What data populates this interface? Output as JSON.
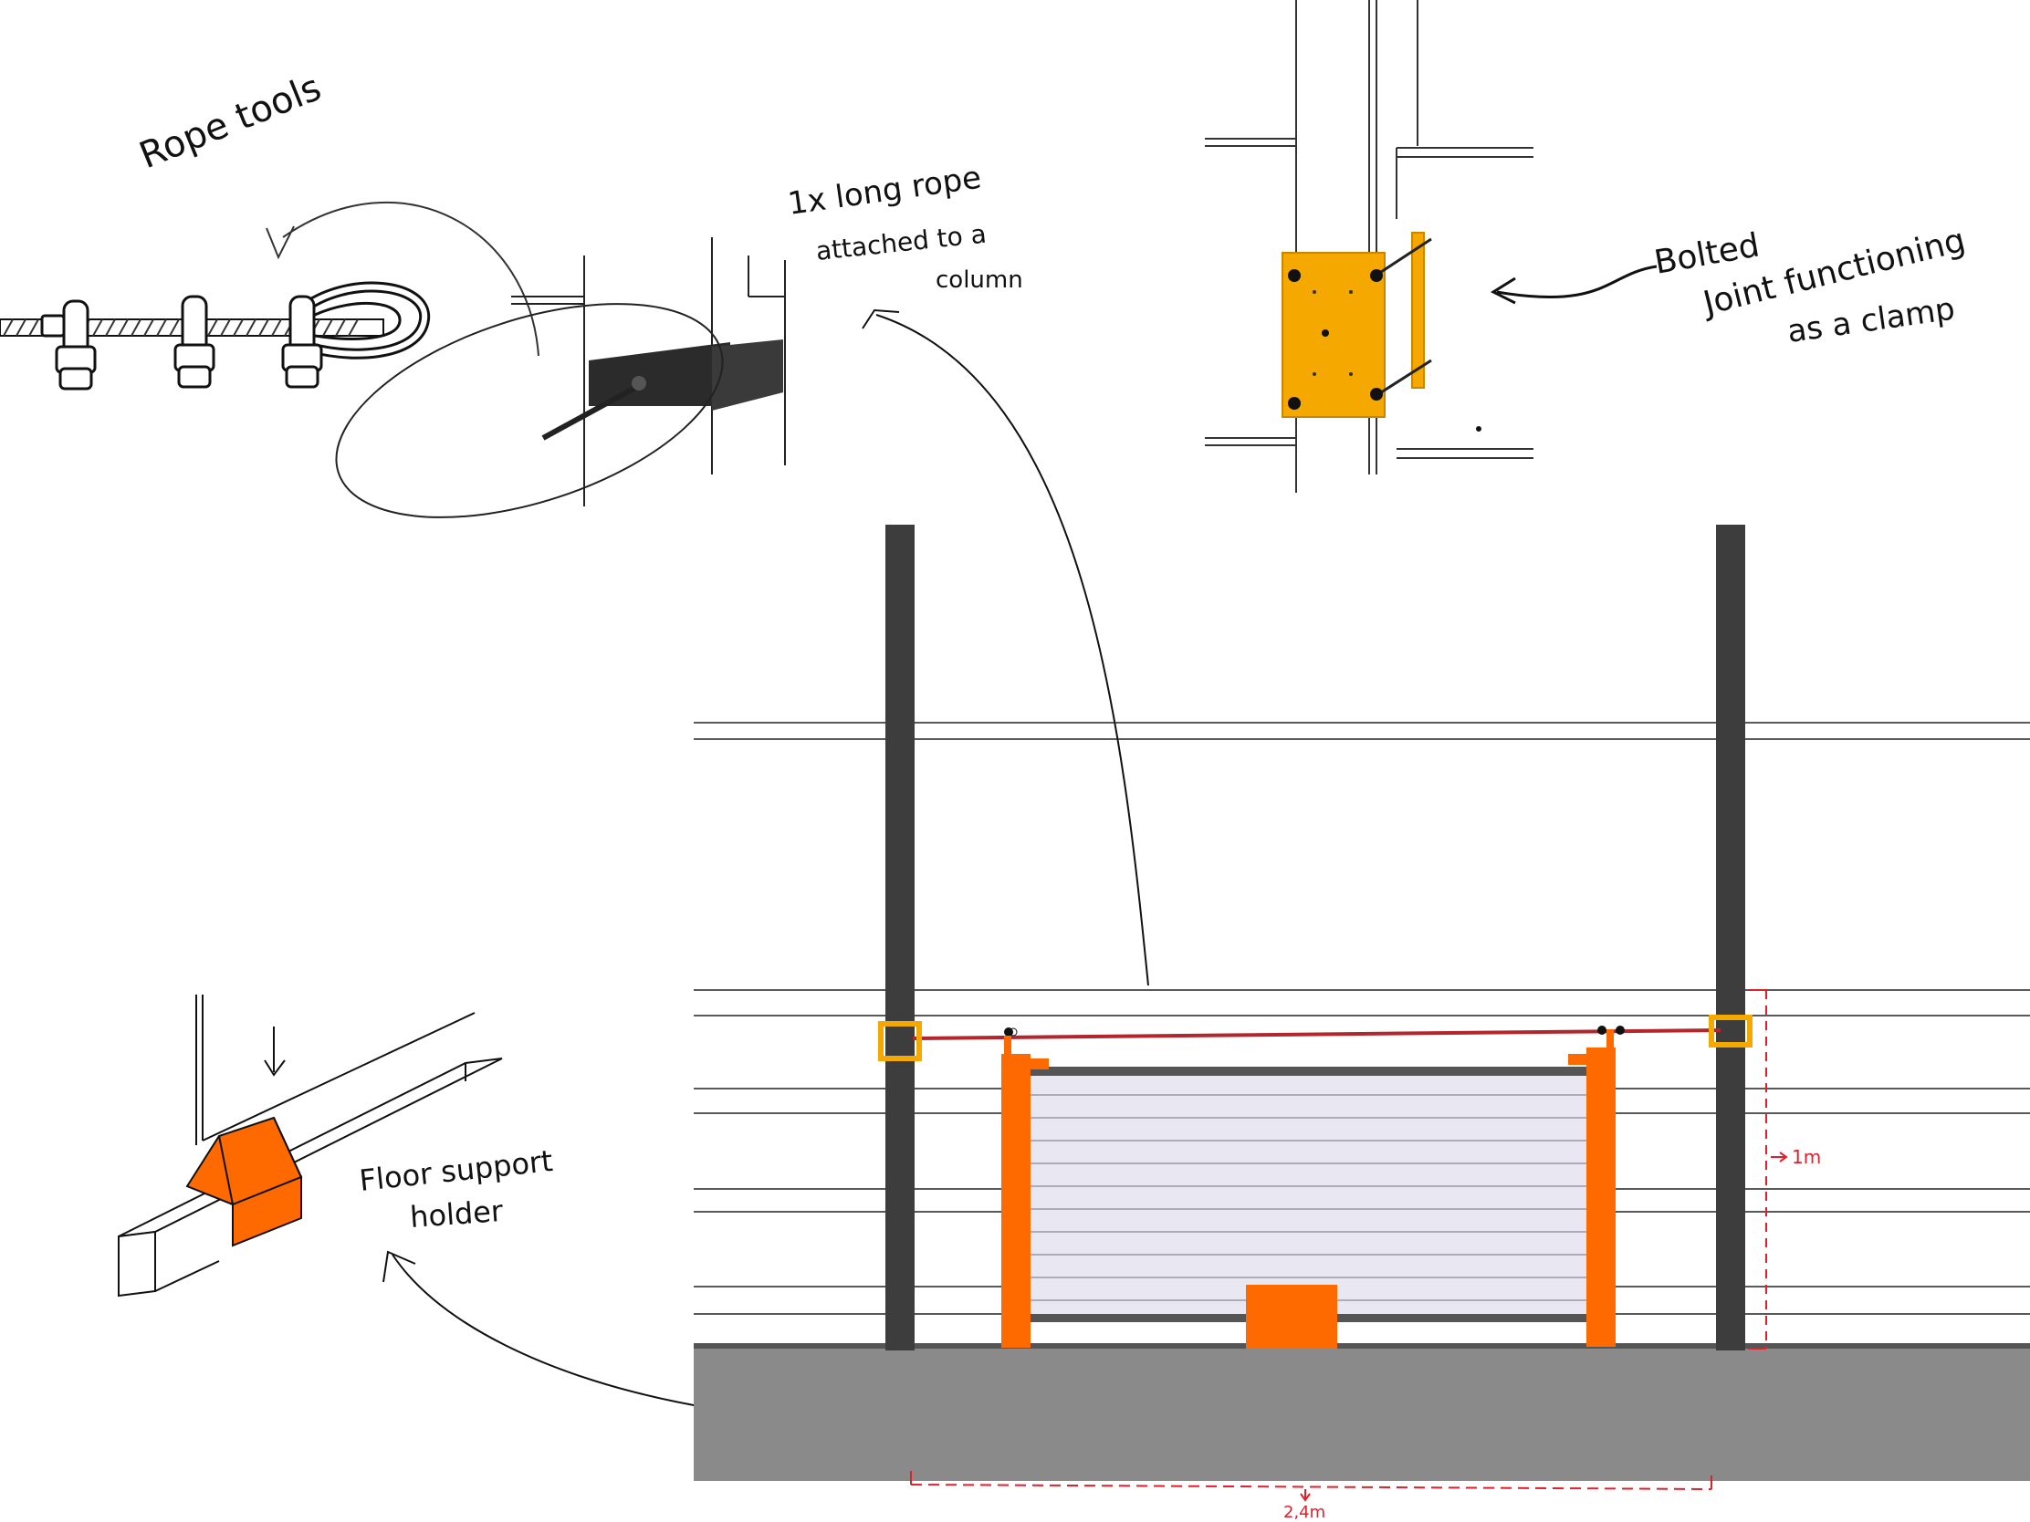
{
  "annotations": {
    "rope_tools": "Rope tools",
    "long_rope_line1": "1x long rope",
    "long_rope_line2": "attached to a",
    "long_rope_line3": "column",
    "bolted_line1": "Bolted",
    "bolted_line2": "Joint functioning",
    "bolted_line3": "as a clamp",
    "floor_line1": "Floor support",
    "floor_line2": "holder"
  },
  "dimensions": {
    "height_label": "1m",
    "width_label": "2,4m"
  },
  "colors": {
    "orange": "#ff6a00",
    "clamp_yellow": "#f5a800",
    "column": "#3d3d3d",
    "floor": "#8a8a8a",
    "rope": "#b3262d",
    "dimension_red": "#e0202a",
    "panel": "#e9e7f2"
  }
}
